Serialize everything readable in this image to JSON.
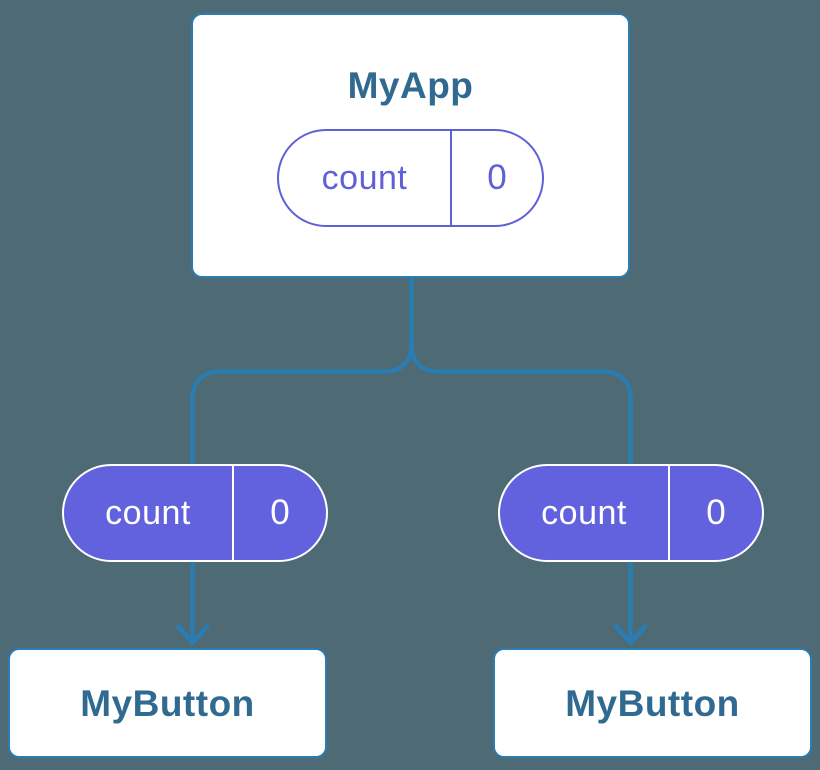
{
  "colors": {
    "background": "#4D6A75",
    "connector_blue": "#2B7CB0",
    "card_border_blue": "#2B7CB0",
    "title_text_blue": "#316A90",
    "pill_purple_fill": "#6262DF",
    "pill_purple_outline": "#5F5FD8",
    "pill_filled_text": "#FFFFFF",
    "card_background": "#FFFFFF"
  },
  "root_component": {
    "title": "MyApp",
    "state_pill": {
      "label": "count",
      "value": "0"
    }
  },
  "children": [
    {
      "title": "MyButton",
      "prop_pill": {
        "label": "count",
        "value": "0"
      }
    },
    {
      "title": "MyButton",
      "prop_pill": {
        "label": "count",
        "value": "0"
      }
    }
  ]
}
